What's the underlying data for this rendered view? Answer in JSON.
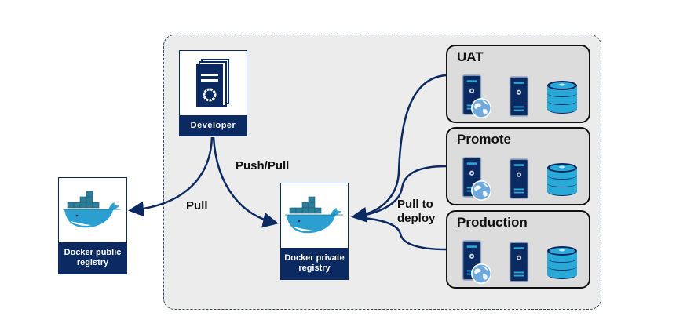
{
  "diagram": {
    "title": "Docker registry workflow",
    "nodes": {
      "developer": {
        "label": "Developer",
        "icon": "document-stack-icon"
      },
      "public_registry": {
        "label": "Docker public registry",
        "icon": "docker-whale-icon"
      },
      "private_registry": {
        "label": "Docker private registry",
        "icon": "docker-whale-icon"
      }
    },
    "environments": [
      {
        "label": "UAT",
        "icons": [
          "web-server-icon",
          "server-icon",
          "database-icon"
        ]
      },
      {
        "label": "Promote",
        "icons": [
          "web-server-icon",
          "server-icon",
          "database-icon"
        ]
      },
      {
        "label": "Production",
        "icons": [
          "web-server-icon",
          "server-icon",
          "database-icon"
        ]
      }
    ],
    "edges": [
      {
        "from": "developer",
        "to": "public_registry",
        "label": "Pull"
      },
      {
        "from": "developer",
        "to": "private_registry",
        "label": "Push/Pull"
      },
      {
        "from": "UAT",
        "to": "private_registry",
        "label": "Pull to deploy"
      },
      {
        "from": "Promote",
        "to": "private_registry",
        "label": "Pull to deploy"
      },
      {
        "from": "Production",
        "to": "private_registry",
        "label": "Pull to deploy"
      }
    ],
    "edge_labels": {
      "push_pull": "Push/Pull",
      "pull": "Pull",
      "pull_to_deploy_line1": "Pull to",
      "pull_to_deploy_line2": "deploy"
    },
    "colors": {
      "navy": "#0b2a62",
      "whale_blue": "#2a9fd0",
      "container_teal": "#2b7d98",
      "db_cyan": "#29a9d8",
      "env_bg": "#dcdcdc",
      "boundary_bg": "#ececec"
    }
  }
}
